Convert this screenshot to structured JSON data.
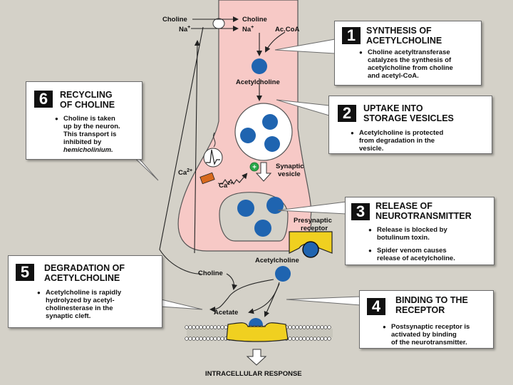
{
  "boxes": [
    {
      "number": "1",
      "title_lines": [
        "Synthesis of",
        "acetylcholine"
      ],
      "bullets": [
        {
          "lines": [
            "Choline acetyltransferase",
            "catalyzes the synthesis of",
            "acetylcholine from choline",
            "and acetyl-CoA."
          ]
        }
      ]
    },
    {
      "number": "2",
      "title_lines": [
        "Uptake into",
        "storage vesicles"
      ],
      "bullets": [
        {
          "lines": [
            "Acetylcholine is protected",
            "from degradation in the",
            "vesicle."
          ]
        }
      ]
    },
    {
      "number": "3",
      "title_lines": [
        "Release of",
        "neurotransmitter"
      ],
      "bullets": [
        {
          "lines": [
            "Release is blocked by",
            "botulinum toxin."
          ]
        },
        {
          "lines": [
            "Spider venom causes",
            "release of acetylcholine."
          ]
        }
      ]
    },
    {
      "number": "4",
      "title_lines": [
        "Binding to the",
        "receptor"
      ],
      "bullets": [
        {
          "lines": [
            "Postsynaptic receptor is",
            "activated by binding",
            "of the neurotransmitter."
          ]
        }
      ]
    },
    {
      "number": "5",
      "title_lines": [
        "Degradation of",
        "acetylcholine"
      ],
      "bullets": [
        {
          "lines": [
            "Acetylcholine is rapidly",
            "hydrolyzed by acetyl-",
            "cholinesterase in the",
            "synaptic cleft."
          ]
        }
      ]
    },
    {
      "number": "6",
      "title_lines": [
        "Recycling",
        "of choline"
      ],
      "bullets": [
        {
          "lines": [
            "Choline is taken",
            "up by the neuron.",
            "This transport is",
            "inhibited by"
          ],
          "italic_line": "hemicholinium."
        }
      ]
    }
  ],
  "labels": {
    "choline_out": "Choline",
    "na_out": "Na",
    "choline_in": "Choline",
    "na_in": "Na",
    "plus_sign": "+",
    "acetyl_coa": "Ac.CoA",
    "acetylcholine_synth": "Acetylcholine",
    "synaptic_vesicle_1": "Synaptic",
    "synaptic_vesicle_2": "vesicle",
    "ca_out": "Ca",
    "ca_in": "Ca",
    "ca_charge": "2+",
    "plus_marker": "+",
    "presynaptic_receptor_1": "Presynaptic",
    "presynaptic_receptor_2": "receptor",
    "acetylcholine_cleft": "Acetylcholine",
    "choline_cleft": "Choline",
    "acetate": "Acetate",
    "intracellular_response": "INTRACELLULAR RESPONSE"
  },
  "colors": {
    "background": "#d4d1c8",
    "neuron": "#f7c9c6",
    "neuron_outline": "#555555",
    "acetylcholine": "#1f64b0",
    "receptor": "#f0d020",
    "membrane": "#c8c6bc",
    "calcium_channel": "#d86a1e",
    "plus_marker": "#2aa84a"
  }
}
